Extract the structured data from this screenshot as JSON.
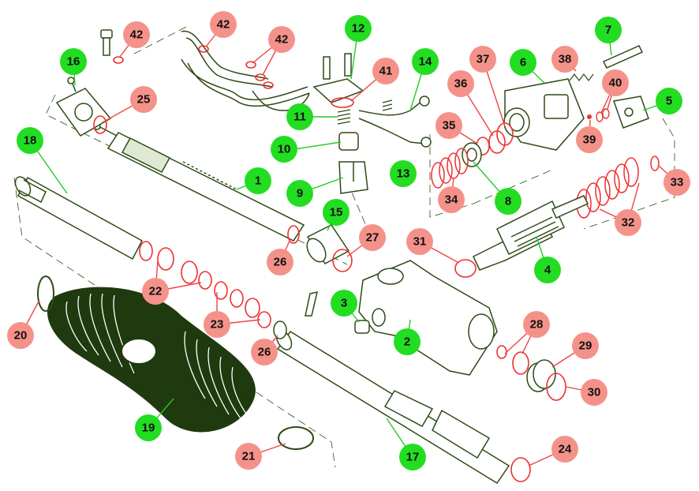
{
  "colors": {
    "line": "#2e4a16",
    "fill": "#ffffff",
    "green_badge": "#22dd22",
    "red_badge": "#f4928a",
    "leader_green": "#22cc22",
    "leader_red": "#ee4444",
    "seal_red": "#ee3030"
  },
  "callouts": [
    {
      "id": "c1",
      "label": "1",
      "kind": "green"
    },
    {
      "id": "c2",
      "label": "2",
      "kind": "green"
    },
    {
      "id": "c3",
      "label": "3",
      "kind": "green"
    },
    {
      "id": "c4",
      "label": "4",
      "kind": "green"
    },
    {
      "id": "c5",
      "label": "5",
      "kind": "green"
    },
    {
      "id": "c6",
      "label": "6",
      "kind": "green"
    },
    {
      "id": "c7",
      "label": "7",
      "kind": "green"
    },
    {
      "id": "c8",
      "label": "8",
      "kind": "green"
    },
    {
      "id": "c9",
      "label": "9",
      "kind": "green"
    },
    {
      "id": "c10",
      "label": "10",
      "kind": "green"
    },
    {
      "id": "c11",
      "label": "11",
      "kind": "green"
    },
    {
      "id": "c12",
      "label": "12",
      "kind": "green"
    },
    {
      "id": "c13",
      "label": "13",
      "kind": "green"
    },
    {
      "id": "c14",
      "label": "14",
      "kind": "green"
    },
    {
      "id": "c15",
      "label": "15",
      "kind": "green"
    },
    {
      "id": "c16",
      "label": "16",
      "kind": "green"
    },
    {
      "id": "c17",
      "label": "17",
      "kind": "green"
    },
    {
      "id": "c18",
      "label": "18",
      "kind": "green"
    },
    {
      "id": "c19",
      "label": "19",
      "kind": "green"
    },
    {
      "id": "c20",
      "label": "20",
      "kind": "red"
    },
    {
      "id": "c21",
      "label": "21",
      "kind": "red"
    },
    {
      "id": "c22",
      "label": "22",
      "kind": "red"
    },
    {
      "id": "c23",
      "label": "23",
      "kind": "red"
    },
    {
      "id": "c24",
      "label": "24",
      "kind": "red"
    },
    {
      "id": "c25",
      "label": "25",
      "kind": "red"
    },
    {
      "id": "c26a",
      "label": "26",
      "kind": "red"
    },
    {
      "id": "c26b",
      "label": "26",
      "kind": "red"
    },
    {
      "id": "c27",
      "label": "27",
      "kind": "red"
    },
    {
      "id": "c28",
      "label": "28",
      "kind": "red"
    },
    {
      "id": "c29",
      "label": "29",
      "kind": "red"
    },
    {
      "id": "c30",
      "label": "30",
      "kind": "red"
    },
    {
      "id": "c31",
      "label": "31",
      "kind": "red"
    },
    {
      "id": "c32",
      "label": "32",
      "kind": "red"
    },
    {
      "id": "c33",
      "label": "33",
      "kind": "red"
    },
    {
      "id": "c34",
      "label": "34",
      "kind": "red"
    },
    {
      "id": "c35",
      "label": "35",
      "kind": "red"
    },
    {
      "id": "c36",
      "label": "36",
      "kind": "red"
    },
    {
      "id": "c37",
      "label": "37",
      "kind": "red"
    },
    {
      "id": "c38",
      "label": "38",
      "kind": "red"
    },
    {
      "id": "c39",
      "label": "39",
      "kind": "red"
    },
    {
      "id": "c40",
      "label": "40",
      "kind": "red"
    },
    {
      "id": "c41",
      "label": "41",
      "kind": "red"
    },
    {
      "id": "c42a",
      "label": "42",
      "kind": "red"
    },
    {
      "id": "c42b",
      "label": "42",
      "kind": "red"
    },
    {
      "id": "c42c",
      "label": "42",
      "kind": "red"
    }
  ]
}
